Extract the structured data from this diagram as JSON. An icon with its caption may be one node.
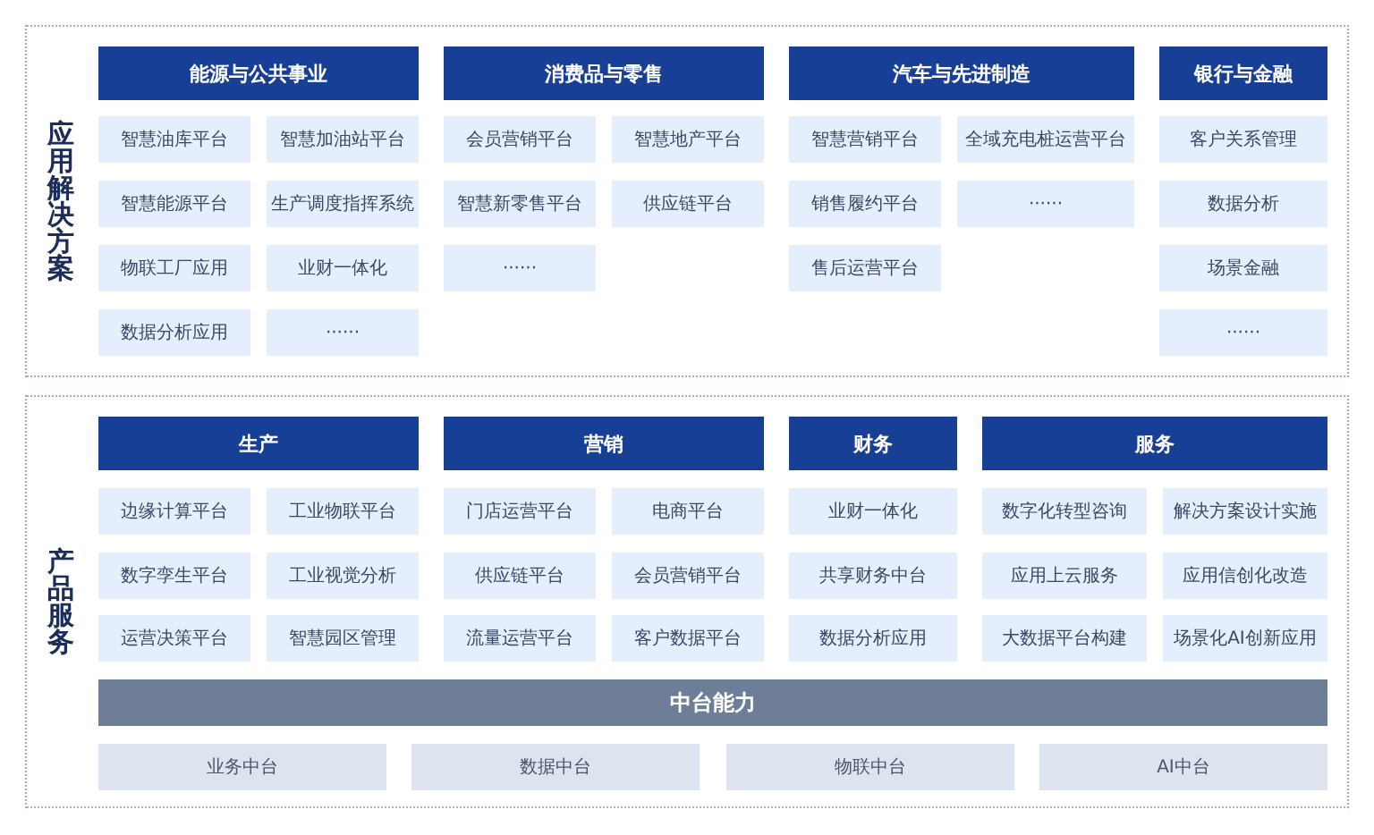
{
  "diagram": {
    "nodes": [
      {
        "text": [
          "应用解决方案"
        ]
      },
      {
        "text": [
          "能源与公共事业"
        ],
        "in": 0
      },
      {
        "text": [
          "智慧油库平台"
        ],
        "in": 0
      },
      {
        "text": [
          "智慧加油站平台"
        ],
        "in": 0
      },
      {
        "text": [
          "智慧能源平台"
        ],
        "in": 0
      },
      {
        "text": [
          "生产调度指挥系统"
        ],
        "in": 0
      },
      {
        "text": [
          "物联工厂应用"
        ],
        "in": 0
      },
      {
        "text": [
          "业财一体化"
        ],
        "in": 0
      },
      {
        "text": [
          "数据分析应用"
        ],
        "in": 0
      },
      {
        "text": [
          "······"
        ],
        "in": 0
      },
      {
        "text": [
          "消费品与零售"
        ],
        "in": 0
      },
      {
        "text": [
          "会员营销平台"
        ],
        "in": 0
      },
      {
        "text": [
          "智慧地产平台"
        ],
        "in": 0
      },
      {
        "text": [
          "智慧新零售平台"
        ],
        "in": 0
      },
      {
        "text": [
          "供应链平台"
        ],
        "in": 0
      },
      {
        "text": [
          "······"
        ],
        "in": 0
      },
      {
        "text": [
          "汽车与先进制造"
        ],
        "in": 0
      },
      {
        "text": [
          "智慧营销平台"
        ],
        "in": 0
      },
      {
        "text": [
          "全域充电桩运营平台"
        ],
        "in": 0
      },
      {
        "text": [
          "销售履约平台"
        ],
        "in": 0
      },
      {
        "text": [
          "······"
        ],
        "in": 0
      },
      {
        "text": [
          "售后运营平台"
        ],
        "in": 0
      },
      {
        "text": [
          "银行与金融"
        ],
        "in": 0
      },
      {
        "text": [
          "客户关系管理"
        ],
        "in": 0
      },
      {
        "text": [
          "数据分析"
        ],
        "in": 0
      },
      {
        "text": [
          "场景金融"
        ],
        "in": 0
      },
      {
        "text": [
          "······"
        ],
        "in": 0
      },
      {
        "text": [
          "产品服务"
        ]
      },
      {
        "text": [
          "生产"
        ],
        "in": 27
      },
      {
        "text": [
          "边缘计算平台"
        ],
        "in": 27
      },
      {
        "text": [
          "工业物联平台"
        ],
        "in": 27
      },
      {
        "text": [
          "数字孪生平台"
        ],
        "in": 27
      },
      {
        "text": [
          "工业视觉分析"
        ],
        "in": 27
      },
      {
        "text": [
          "运营决策平台"
        ],
        "in": 27
      },
      {
        "text": [
          "智慧园区管理"
        ],
        "in": 27
      },
      {
        "text": [
          "营销"
        ],
        "in": 27
      },
      {
        "text": [
          "门店运营平台"
        ],
        "in": 27
      },
      {
        "text": [
          "电商平台"
        ],
        "in": 27
      },
      {
        "text": [
          "供应链平台"
        ],
        "in": 27
      },
      {
        "text": [
          "会员营销平台"
        ],
        "in": 27
      },
      {
        "text": [
          "流量运营平台"
        ],
        "in": 27
      },
      {
        "text": [
          "客户数据平台"
        ],
        "in": 27
      },
      {
        "text": [
          "财务"
        ],
        "in": 27
      },
      {
        "text": [
          "业财一体化"
        ],
        "in": 27
      },
      {
        "text": [
          "共享财务中台"
        ],
        "in": 27
      },
      {
        "text": [
          "数据分析应用"
        ],
        "in": 27
      },
      {
        "text": [
          "服务"
        ],
        "in": 27
      },
      {
        "text": [
          "数字化转型咨询"
        ],
        "in": 27
      },
      {
        "text": [
          "解决方案设计实施"
        ],
        "in": 27
      },
      {
        "text": [
          "应用上云服务"
        ],
        "in": 27
      },
      {
        "text": [
          "应用信创化改造"
        ],
        "in": 27
      },
      {
        "text": [
          "大数据平台构建"
        ],
        "in": 27
      },
      {
        "text": [
          "场景化AI创新应用"
        ],
        "in": 27
      },
      {
        "text": [
          "中台能力"
        ],
        "in": 27
      },
      {
        "text": [
          "业务中台"
        ],
        "in": 27
      },
      {
        "text": [
          "数据中台"
        ],
        "in": 27
      },
      {
        "text": [
          "物联中台"
        ],
        "in": 27
      },
      {
        "text": [
          "AI中台"
        ],
        "in": 27
      }
    ]
  }
}
